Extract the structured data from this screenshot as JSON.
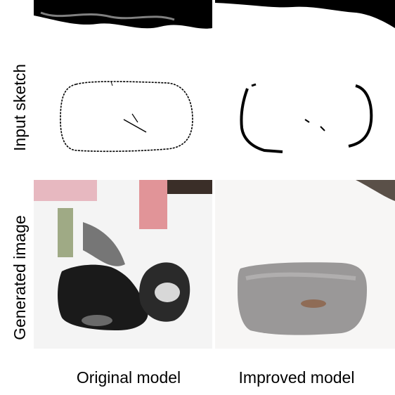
{
  "figure": {
    "row_labels": [
      "Input sketch",
      "Generated image"
    ],
    "column_labels": [
      "Original model",
      "Improved model"
    ]
  }
}
